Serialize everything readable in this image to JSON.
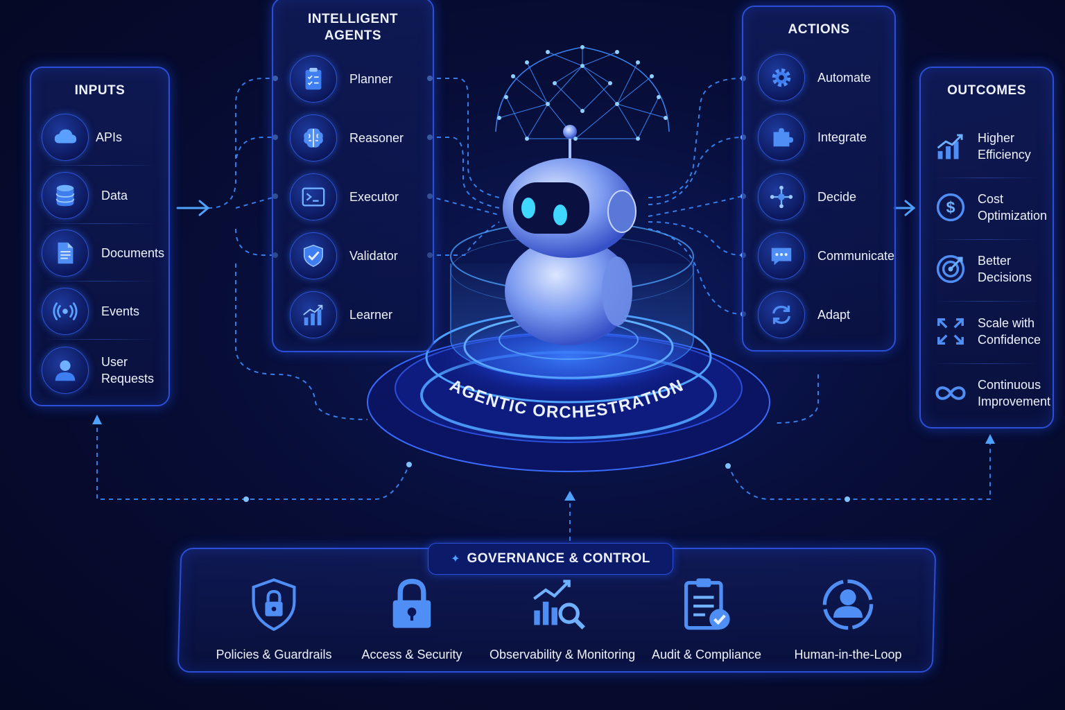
{
  "inputs": {
    "title": "INPUTS",
    "items": [
      {
        "label": "APIs",
        "icon": "cloud-icon"
      },
      {
        "label": "Data",
        "icon": "database-icon"
      },
      {
        "label": "Documents",
        "icon": "document-icon"
      },
      {
        "label": "Events",
        "icon": "broadcast-icon"
      },
      {
        "label": "User\nRequests",
        "icon": "user-icon"
      }
    ]
  },
  "agents": {
    "title": "INTELLIGENT\nAGENTS",
    "items": [
      {
        "label": "Planner",
        "icon": "clipboard-checklist-icon"
      },
      {
        "label": "Reasoner",
        "icon": "brain-icon"
      },
      {
        "label": "Executor",
        "icon": "terminal-icon"
      },
      {
        "label": "Validator",
        "icon": "shield-check-icon"
      },
      {
        "label": "Learner",
        "icon": "growth-chart-icon"
      }
    ]
  },
  "actions": {
    "title": "ACTIONS",
    "items": [
      {
        "label": "Automate",
        "icon": "gear-icon"
      },
      {
        "label": "Integrate",
        "icon": "puzzle-icon"
      },
      {
        "label": "Decide",
        "icon": "decision-nodes-icon"
      },
      {
        "label": "Communicate",
        "icon": "chat-bubble-icon"
      },
      {
        "label": "Adapt",
        "icon": "refresh-icon"
      }
    ]
  },
  "outcomes": {
    "title": "OUTCOMES",
    "items": [
      {
        "label": "Higher\nEfficiency",
        "icon": "growth-chart-icon"
      },
      {
        "label": "Cost\nOptimization",
        "icon": "dollar-icon"
      },
      {
        "label": "Better\nDecisions",
        "icon": "target-icon"
      },
      {
        "label": "Scale with\nConfidence",
        "icon": "expand-icon"
      },
      {
        "label": "Continuous\nImprovement",
        "icon": "infinity-icon"
      }
    ]
  },
  "center": {
    "label": "AGENTIC ORCHESTRATION",
    "icon": "robot-icon"
  },
  "governance": {
    "title": "GOVERNANCE & CONTROL",
    "items": [
      {
        "label": "Policies & Guardrails",
        "icon": "shield-lock-icon"
      },
      {
        "label": "Access & Security",
        "icon": "padlock-icon"
      },
      {
        "label": "Observability & Monitoring",
        "icon": "chart-magnifier-icon"
      },
      {
        "label": "Audit & Compliance",
        "icon": "audit-clipboard-icon"
      },
      {
        "label": "Human-in-the-Loop",
        "icon": "user-circle-icon"
      }
    ]
  },
  "colors": {
    "accent": "#3a7bff",
    "glow": "#4fa3ff",
    "panel_border": "#2b4fd8",
    "purple": "#8a5cff"
  }
}
